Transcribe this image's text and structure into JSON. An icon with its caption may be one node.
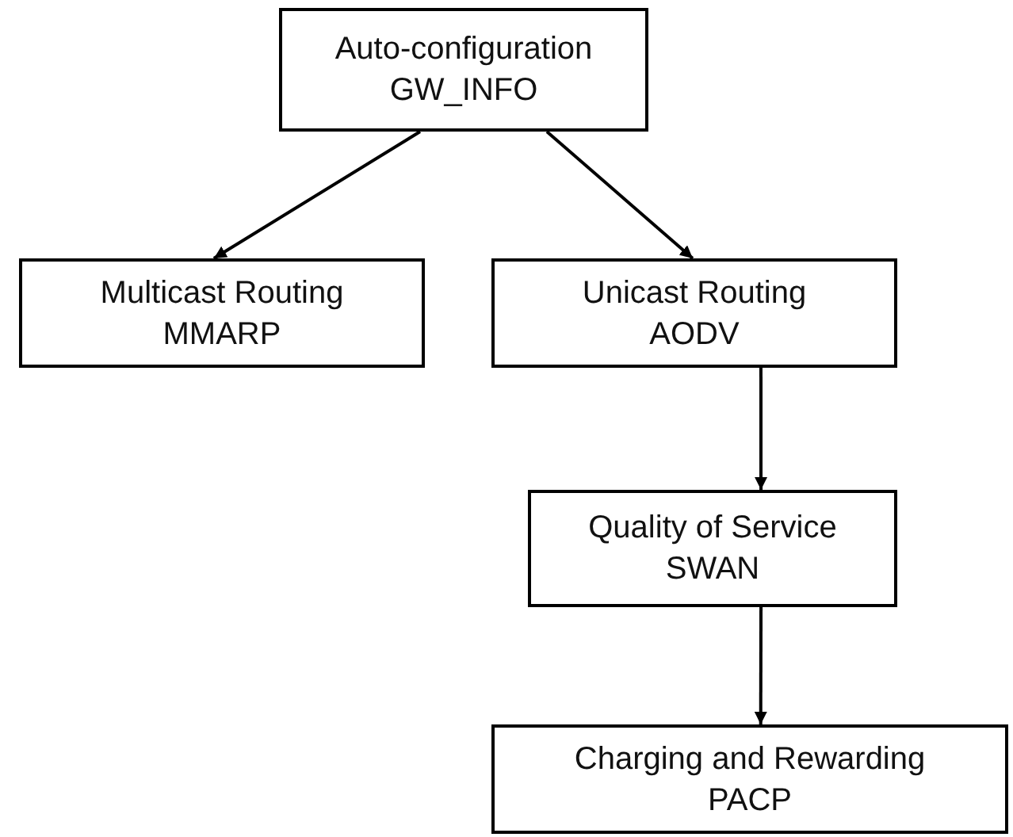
{
  "diagram": {
    "nodes": [
      {
        "text": [
          "Auto-configuration",
          "GW_INFO"
        ]
      },
      {
        "text": [
          "Multicast Routing",
          "MMARP"
        ]
      },
      {
        "text": [
          "Unicast Routing",
          "AODV"
        ]
      },
      {
        "text": [
          "Quality of Service",
          "SWAN"
        ]
      },
      {
        "text": [
          "Charging and Rewarding",
          "PACP"
        ]
      }
    ],
    "edges": [
      {
        "from": 0,
        "to": 1,
        "arrow": "to"
      },
      {
        "from": 0,
        "to": 2,
        "arrow": "to"
      },
      {
        "from": 2,
        "to": 3,
        "arrow": "to"
      },
      {
        "from": 3,
        "to": 4,
        "arrow": "to"
      }
    ]
  }
}
